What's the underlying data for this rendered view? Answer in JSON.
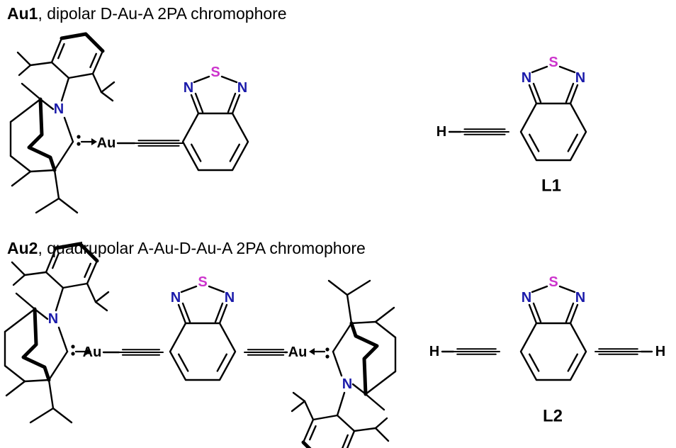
{
  "figure": {
    "au1": {
      "label": "Au1",
      "description": ", dipolar D-Au-A 2PA chromophore"
    },
    "au2": {
      "label": "Au2",
      "description": ", quadrupolar A-Au-D-Au-A 2PA chromophore"
    },
    "l1": {
      "label": "L1"
    },
    "l2": {
      "label": "L2"
    },
    "atoms": {
      "sulfur": "S",
      "nitrogen": "N",
      "gold": "Au",
      "hydrogen": "H"
    },
    "colors": {
      "sulfur": "#cc33cc",
      "nitrogen": "#1a1aaa",
      "bond": "#000000"
    }
  }
}
